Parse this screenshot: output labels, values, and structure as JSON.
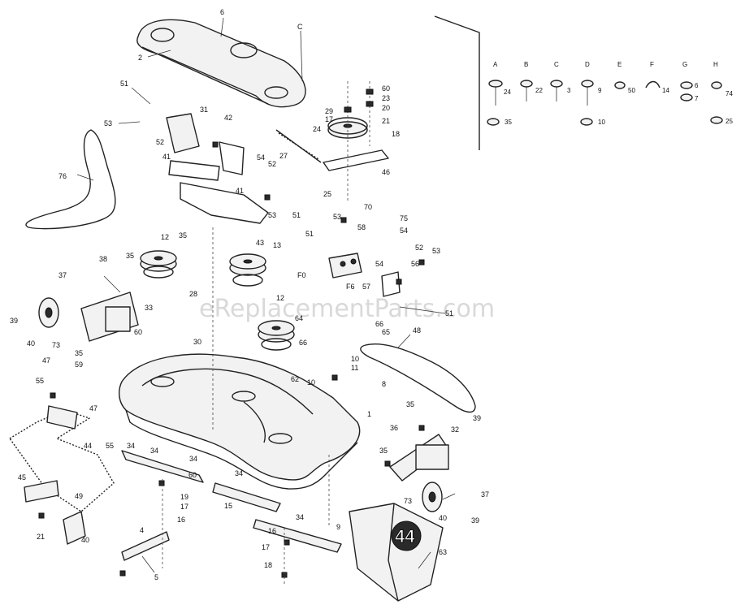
{
  "watermark": "eReplacementParts.com",
  "deck_label": "44",
  "hardware_key": [
    {
      "letter": "A",
      "part": "24",
      "nut": "35"
    },
    {
      "letter": "B",
      "part": "22"
    },
    {
      "letter": "C",
      "part": "3"
    },
    {
      "letter": "D",
      "part": "9",
      "nut": "10"
    },
    {
      "letter": "E",
      "part": "50"
    },
    {
      "letter": "F",
      "part": "14"
    },
    {
      "letter": "G",
      "part": "6",
      "washer": "7"
    },
    {
      "letter": "H",
      "part": "74",
      "nut": "25"
    }
  ],
  "callouts": {
    "c6": "6",
    "c2": "2",
    "cC": "C",
    "c51a": "51",
    "c31": "31",
    "c42": "42",
    "c53a": "53",
    "c52a": "52",
    "c41a": "41",
    "c76": "76",
    "c27": "27",
    "c54a": "54",
    "c52b": "52",
    "c41b": "41",
    "c53b": "53",
    "c51b": "51",
    "c29": "29",
    "c17a": "17",
    "c60a": "60",
    "c23": "23",
    "c20": "20",
    "c24": "24",
    "c21": "21",
    "c18a": "18",
    "c25": "25",
    "c46": "46",
    "c70": "70",
    "c75": "75",
    "c35a": "35",
    "c43": "43",
    "c53c": "53",
    "c58": "58",
    "c54b": "54",
    "c51c": "51",
    "c52c": "52",
    "c53d": "53",
    "c54c": "54",
    "c56": "56",
    "cF0": "F0",
    "cF6": "F6",
    "c57": "57",
    "c51d": "51",
    "c12a": "12",
    "c13": "13",
    "c38": "38",
    "c37a": "37",
    "c35b": "35",
    "c28": "28",
    "c33": "33",
    "c39a": "39",
    "c40a": "40",
    "c73a": "73",
    "c35c": "35",
    "c60b": "60",
    "c30": "30",
    "c12b": "12",
    "c64": "64",
    "c65": "65",
    "c66a": "66",
    "c66b": "66",
    "c48": "48",
    "c47a": "47",
    "c59": "59",
    "c55a": "55",
    "c62": "62",
    "c10a": "10",
    "c11": "11",
    "c10b": "10",
    "c8": "8",
    "c1": "1",
    "c47b": "47",
    "c44": "44",
    "c55b": "55",
    "c34a": "34",
    "c34b": "34",
    "c34c": "34",
    "c34d": "34",
    "c60c": "60",
    "c35d": "35",
    "c36": "36",
    "c32": "32",
    "c39b": "39",
    "c35e": "35",
    "c45": "45",
    "c49": "49",
    "c19": "19",
    "c17b": "17",
    "c16": "16",
    "c15": "15",
    "c34e": "34",
    "c73b": "73",
    "c37b": "37",
    "c40b": "40",
    "c39c": "39",
    "c21b": "21",
    "c40c": "40",
    "c4": "4",
    "c5": "5",
    "c16b": "16",
    "c17c": "17",
    "c18b": "18",
    "c63": "63",
    "c9": "9"
  }
}
